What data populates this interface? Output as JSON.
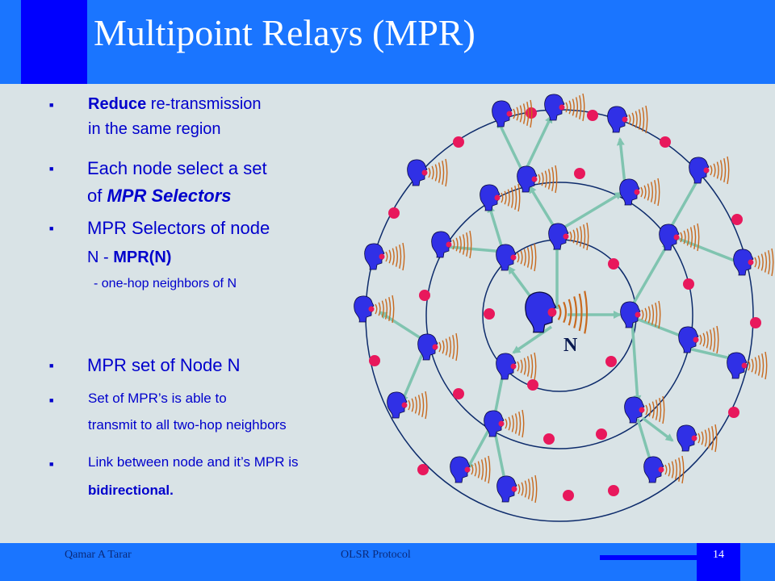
{
  "title": "Multipoint Relays (MPR)",
  "bullets": [
    {
      "parts": [
        {
          "text": "Reduce",
          "bold": true
        },
        {
          "text": " re-transmission"
        }
      ]
    },
    {
      "parts": [
        {
          "text": "in the same region"
        }
      ]
    },
    {
      "parts": [
        {
          "text": "Each node select a set"
        }
      ]
    },
    {
      "parts": [
        {
          "text": "of "
        },
        {
          "text": "MPR Selectors",
          "bold": true,
          "italic": true
        }
      ]
    },
    {
      "parts": [
        {
          "text": "MPR Selectors of node"
        }
      ]
    },
    {
      "parts": [
        {
          "text": "N - "
        },
        {
          "text": "MPR(N)",
          "bold": true
        }
      ]
    },
    {
      "parts": [
        {
          "text": "- one-hop  neighbors  of N"
        }
      ]
    },
    {
      "parts": [
        {
          "text": "MPR set of Node N"
        }
      ]
    },
    {
      "parts": [
        {
          "text": "Set of MPR’s is able to"
        }
      ]
    },
    {
      "parts": [
        {
          "text": "transmit to all two-hop neighbors"
        }
      ]
    },
    {
      "parts": [
        {
          "text": "Link between node and it’s MPR is"
        }
      ]
    },
    {
      "parts": [
        {
          "text": "bidirectional.",
          "bold": true
        }
      ]
    }
  ],
  "diagram": {
    "center_label": "N",
    "colors": {
      "circle": "#0d2b6b",
      "arrow": "#80c4b0",
      "node_fill": "#e8185c",
      "head_fill": "#3030e6",
      "wave": "#c8691e"
    },
    "icons": {
      "mpr": "head-with-signal-waves-icon",
      "plain": "pink-dot-node-icon"
    }
  },
  "footer": {
    "author": "Qamar A Tarar",
    "center": "OLSR Protocol",
    "page": "14"
  }
}
